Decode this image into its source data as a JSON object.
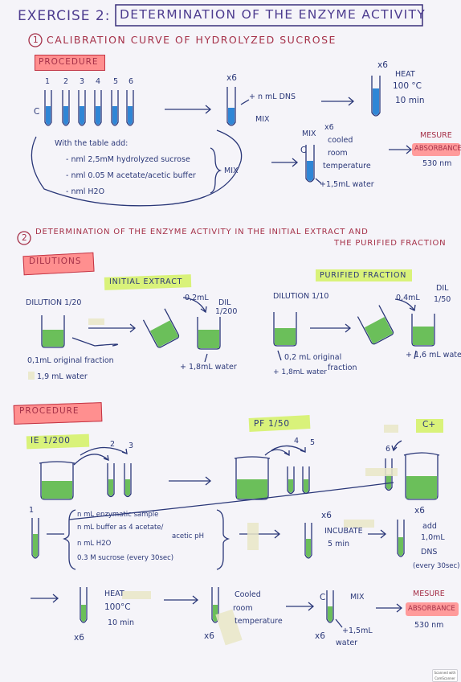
{
  "title": {
    "prefix": "EXERCISE 2:",
    "main": "DETERMINATION OF THE ENZYME ACTIVITY"
  },
  "section1": {
    "number": "1",
    "heading": "CALIBRATION CURVE OF HYDROLYZED SUCROSE",
    "procedure_label": "PROCEDURE",
    "tube_numbers": [
      "1",
      "2",
      "3",
      "4",
      "5",
      "6"
    ],
    "c_label": "C",
    "x6_a": "x6",
    "add_dns": "+ n mL DNS",
    "mix": "MIX",
    "x6_b": "x6",
    "heat": "HEAT",
    "temp": "100 °C",
    "time": "10 min",
    "with_table": "With the table add:",
    "items": [
      "- nml 2,5mM hydrolyzed sucrose",
      "- nml 0.05 M acetate/acetic buffer",
      "- nml H2O"
    ],
    "mix_brace": "MIX",
    "mix2": "MIX",
    "x6_c": "x6",
    "c_label2": "C",
    "cooled": "cooled",
    "room": "room",
    "temperature": "temperature",
    "water": "+1,5mL water",
    "measure": "MESURE",
    "absorbance": "ABSORBANCE",
    "wavelength": "530 nm"
  },
  "section2": {
    "number": "2",
    "heading_line1": "DETERMINATION OF THE ENZYME ACTIVITY IN THE INITIAL EXTRACT AND",
    "heading_line2": "THE PURIFIED FRACTION",
    "dilutions_label": "DILUTIONS",
    "initial_extract": "INITIAL EXTRACT",
    "purified_fraction": "PURIFIED FRACTION",
    "ie": {
      "dilution": "DILUTION 1/20",
      "vol": "0,2mL",
      "dil": "DIL",
      "ratio": "1/200",
      "original1": "0,1mL original fraction",
      "water1": "1,9 mL water",
      "water2": "+ 1,8mL water"
    },
    "pf": {
      "dilution": "DILUTION 1/10",
      "vol": "0,4mL",
      "dil": "DIL",
      "ratio": "1/50",
      "original1": "0,2 mL original",
      "original2": "fraction",
      "water1": "+ 1,8mL water",
      "water2": "+ 1,6 mL water"
    }
  },
  "procedure2": {
    "label": "PROCEDURE",
    "ie": "IE 1/200",
    "pf": "PF 1/50",
    "cplus": "C+",
    "n2": "2",
    "n3": "3",
    "n4": "4",
    "n5": "5",
    "n6": "6",
    "n1": "1",
    "items": [
      "n mL enzymatic sample",
      "n mL buffer as 4 acetate/",
      "acetic pH",
      "n mL H2O",
      "0.3 M sucrose (every 30sec)"
    ],
    "x6_a": "x6",
    "incubate": "INCUBATE",
    "incubate_time": "5 min",
    "x6_b": "x6",
    "add": "add",
    "add_vol": "1,0mL",
    "add_dns": "DNS",
    "every": "(every 30sec)",
    "heat": "HEAT",
    "temp": "100°C",
    "time": "10 min",
    "x6_c": "x6",
    "cooled": "Cooled",
    "room": "room",
    "temperature": "temperature",
    "x6_d": "x6",
    "c_label": "C",
    "mix": "MIX",
    "x6_e": "x6",
    "water": "+1,5mL",
    "water2": "water",
    "measure": "MESURE",
    "absorbance": "ABSORBANCE",
    "wavelength": "530 nm"
  },
  "scanner_badge": "Scanned with CamScanner",
  "colors": {
    "ink": "#2a3778",
    "red_ink": "#a53048",
    "pink": "#ff8f8f",
    "lime": "#d9f27a",
    "blue_liquid": "#2f86d6",
    "green_liquid": "#6bbf5a"
  }
}
